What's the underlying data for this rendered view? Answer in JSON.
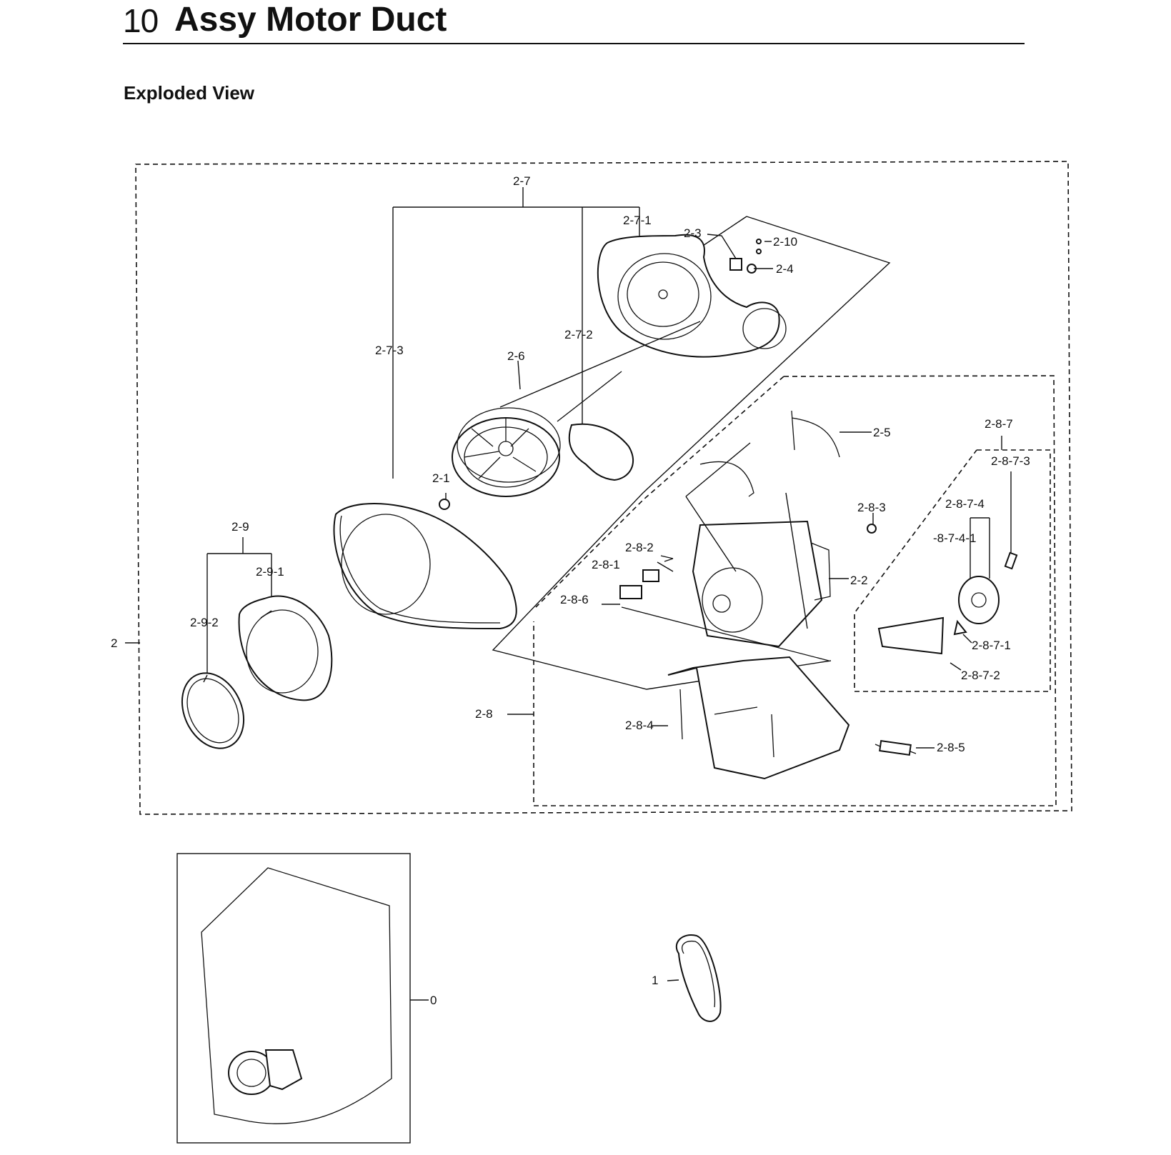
{
  "header": {
    "section_number": "10",
    "title": "Assy Motor Duct"
  },
  "subtitle": "Exploded View",
  "callouts": {
    "c0": "0",
    "c1": "1",
    "c2": "2",
    "c2_1": "2-1",
    "c2_2": "2-2",
    "c2_3": "2-3",
    "c2_4": "2-4",
    "c2_5": "2-5",
    "c2_6": "2-6",
    "c2_7": "2-7",
    "c2_7_1": "2-7-1",
    "c2_7_2": "2-7-2",
    "c2_7_3": "2-7-3",
    "c2_8": "2-8",
    "c2_8_1": "2-8-1",
    "c2_8_2": "2-8-2",
    "c2_8_3": "2-8-3",
    "c2_8_4": "2-8-4",
    "c2_8_5": "2-8-5",
    "c2_8_6": "2-8-6",
    "c2_8_7": "2-8-7",
    "c2_8_7_1": "2-8-7-1",
    "c2_8_7_2": "2-8-7-2",
    "c2_8_7_3": "2-8-7-3",
    "c2_8_7_4": "2-8-7-4",
    "c2_8_7_4_1": "-8-7-4-1",
    "c2_9": "2-9",
    "c2_9_1": "2-9-1",
    "c2_9_2": "2-9-2",
    "c2_10": "2-10"
  }
}
